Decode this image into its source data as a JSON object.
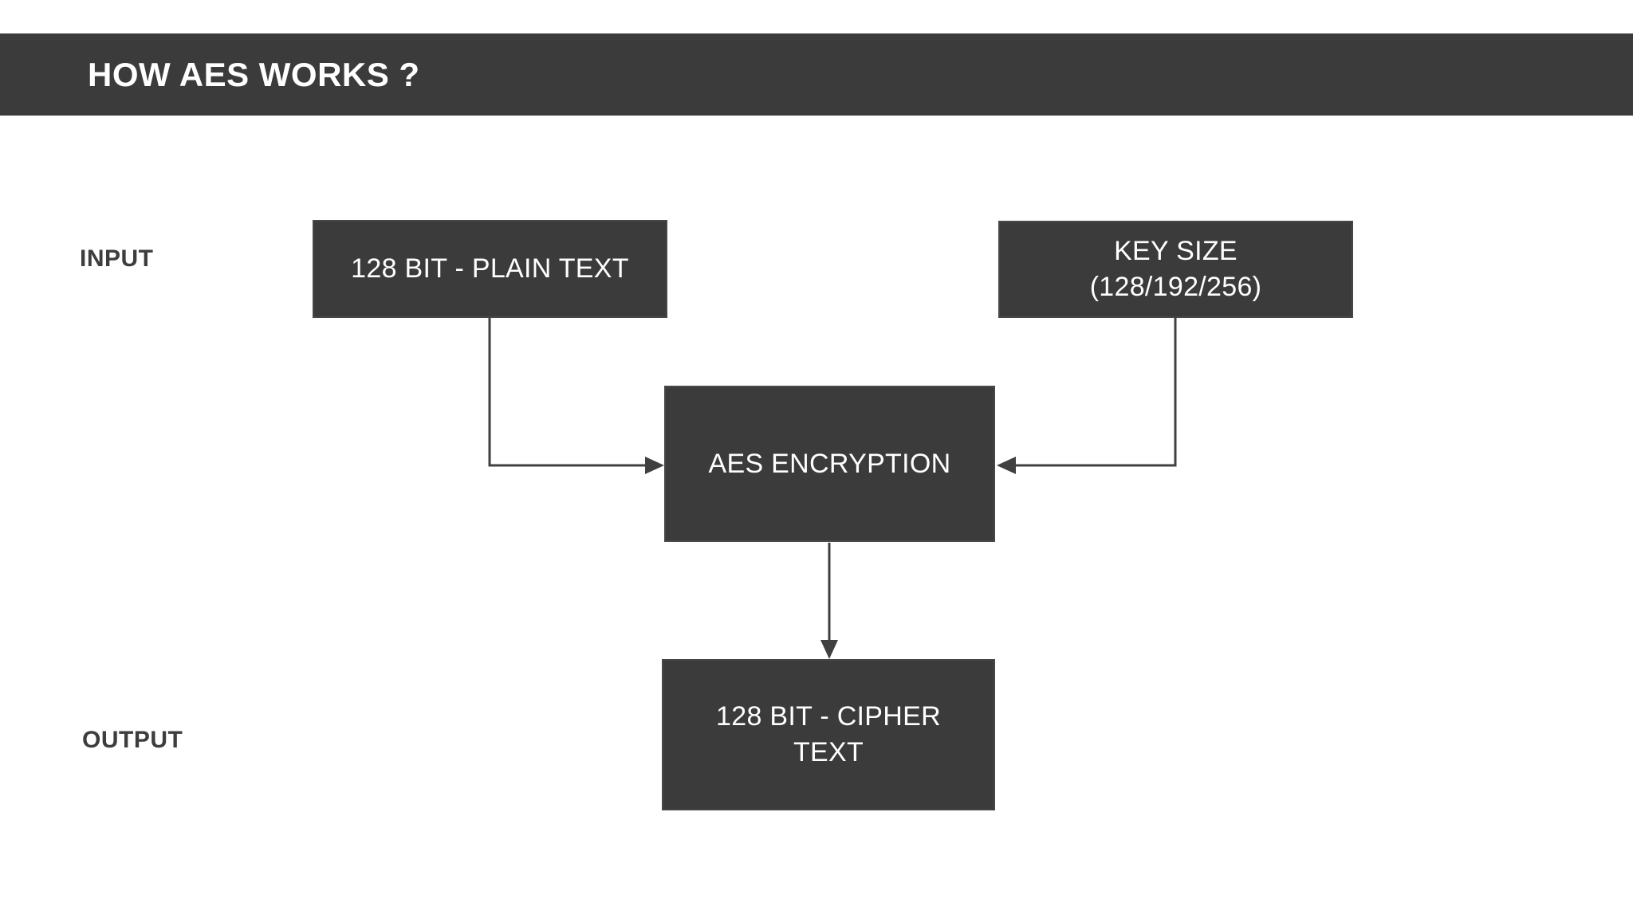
{
  "title": "HOW AES WORKS ?",
  "labels": {
    "input": "INPUT",
    "output": "OUTPUT"
  },
  "nodes": {
    "plain_text": {
      "label": "128 BIT - PLAIN TEXT"
    },
    "key_size": {
      "line1": "KEY SIZE",
      "line2": "(128/192/256)"
    },
    "aes_encryption": {
      "label": "AES ENCRYPTION"
    },
    "cipher_text": {
      "line1": "128 BIT - CIPHER",
      "line2": "TEXT"
    }
  },
  "edges": [
    {
      "from": "plain_text",
      "to": "aes_encryption"
    },
    {
      "from": "key_size",
      "to": "aes_encryption"
    },
    {
      "from": "aes_encryption",
      "to": "cipher_text"
    }
  ],
  "colors": {
    "background": "#ffffff",
    "title_bar": "#3b3b3b",
    "box_fill": "#3b3b3b",
    "box_border": "#474747",
    "box_text": "#ffffff",
    "side_label_text": "#3d3d3d",
    "arrow": "#404040"
  }
}
